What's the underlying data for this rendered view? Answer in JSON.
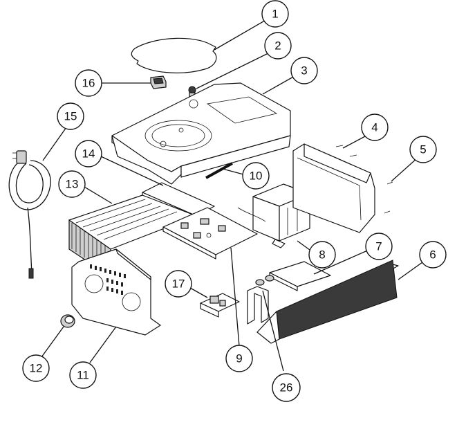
{
  "callouts": [
    {
      "label": "1"
    },
    {
      "label": "2"
    },
    {
      "label": "3"
    },
    {
      "label": "4"
    },
    {
      "label": "5"
    },
    {
      "label": "6"
    },
    {
      "label": "7"
    },
    {
      "label": "8"
    },
    {
      "label": "9"
    },
    {
      "label": "10"
    },
    {
      "label": "11"
    },
    {
      "label": "12"
    },
    {
      "label": "13"
    },
    {
      "label": "14"
    },
    {
      "label": "15"
    },
    {
      "label": "16"
    },
    {
      "label": "17"
    },
    {
      "label": "26"
    }
  ]
}
